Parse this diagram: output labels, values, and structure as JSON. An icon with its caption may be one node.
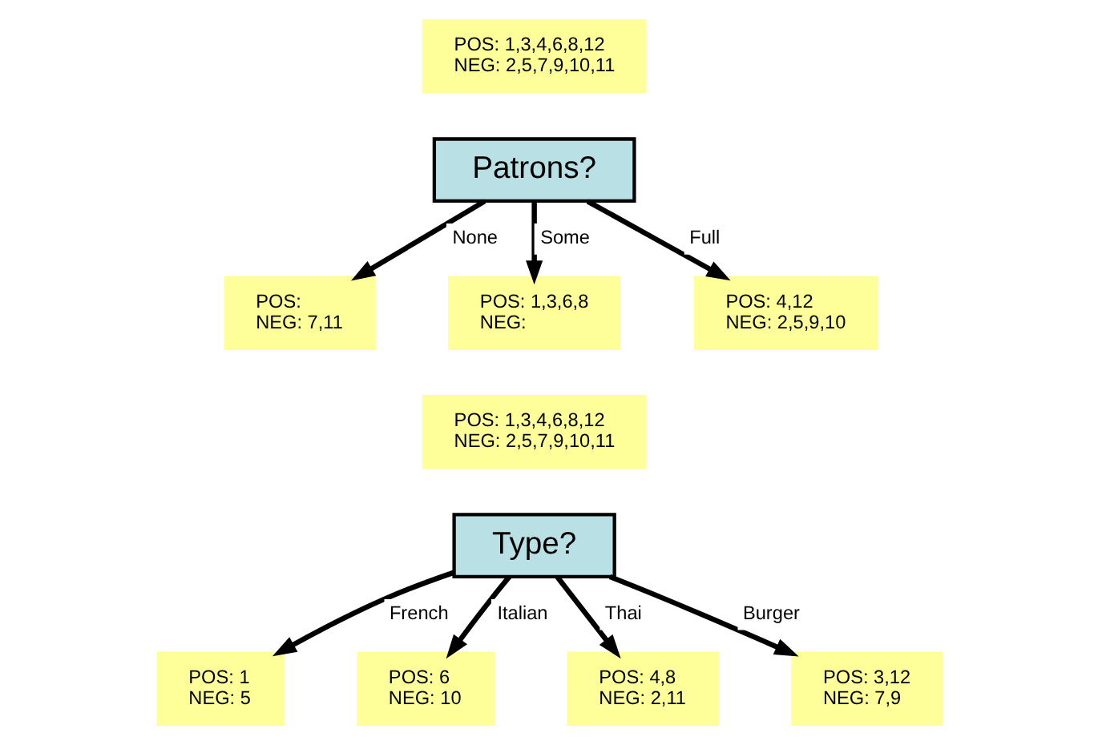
{
  "diagram": {
    "nodes": [
      {
        "text": [
          "POS: 1,3,4,6,8,12",
          "NEG: 2,5,7,9,10,11"
        ]
      },
      {
        "text": [
          "Patrons?"
        ]
      },
      {
        "text": [
          "POS:",
          "NEG: 7,11"
        ]
      },
      {
        "text": [
          "POS: 1,3,6,8",
          "NEG:"
        ]
      },
      {
        "text": [
          "POS: 4,12",
          "NEG: 2,5,9,10"
        ]
      },
      {
        "text": [
          "POS: 1,3,4,6,8,12",
          "NEG: 2,5,7,9,10,11"
        ]
      },
      {
        "text": [
          "Type?"
        ]
      },
      {
        "text": [
          "POS: 1",
          "NEG: 5"
        ]
      },
      {
        "text": [
          "POS: 6",
          "NEG: 10"
        ]
      },
      {
        "text": [
          "POS: 4,8",
          "NEG: 2,11"
        ]
      },
      {
        "text": [
          "POS: 3,12",
          "NEG: 7,9"
        ]
      }
    ],
    "edges": [
      {
        "from": 1,
        "to": 2,
        "arrow": "to",
        "label": "None"
      },
      {
        "from": 1,
        "to": 3,
        "arrow": "to",
        "label": "Some"
      },
      {
        "from": 1,
        "to": 4,
        "arrow": "to",
        "label": "Full"
      },
      {
        "from": 6,
        "to": 7,
        "arrow": "to",
        "label": "French"
      },
      {
        "from": 6,
        "to": 8,
        "arrow": "to",
        "label": "Italian"
      },
      {
        "from": 6,
        "to": 9,
        "arrow": "to",
        "label": "Thai"
      },
      {
        "from": 6,
        "to": 10,
        "arrow": "to",
        "label": "Burger"
      }
    ]
  }
}
